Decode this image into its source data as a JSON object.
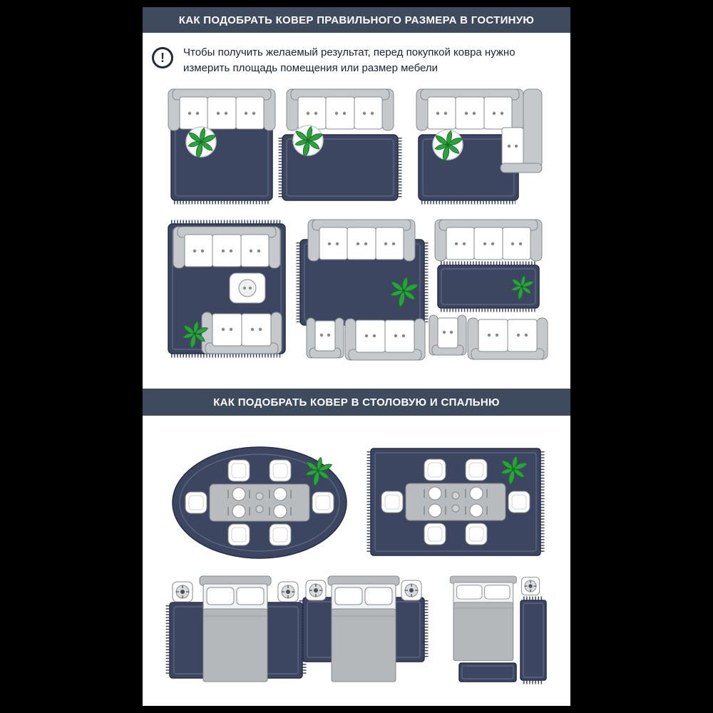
{
  "page": {
    "outer_bg": "#000000",
    "content_bg": "#ffffff",
    "accent": "#3e4a5e"
  },
  "palette": {
    "rug": "#3d4661",
    "rug_border": "#252e47",
    "furniture_gray": "#c6c9cb",
    "furniture_outline": "#85898d",
    "plant_green": "#2da23c",
    "text_dark": "#1a2230"
  },
  "section_living": {
    "title": "КАК ПОДОБРАТЬ КОВЕР ПРАВИЛЬНОГО РАЗМЕРА В ГОСТИНУЮ",
    "note": {
      "icon": "exclamation-circle-icon",
      "icon_glyph": "!",
      "text": "Чтобы получить желаемый результат, перед покупкой ковра нужно измерить площадь помещения или размер мебели"
    },
    "layouts": [
      {
        "id": "rug-under-sofa-front-legs"
      },
      {
        "id": "rug-in-front-of-sofa"
      },
      {
        "id": "rug-with-corner-sofa"
      },
      {
        "id": "all-furniture-on-large-rug"
      },
      {
        "id": "front-legs-on-rug"
      },
      {
        "id": "small-rug-between-sofas"
      }
    ]
  },
  "section_dining": {
    "title": "КАК ПОДОБРАТЬ КОВЕР В СТОЛОВУЮ И СПАЛЬНЮ",
    "layouts": [
      {
        "id": "oval-rug-under-dining-set"
      },
      {
        "id": "rectangular-rug-under-dining-set"
      }
    ]
  },
  "section_bedroom": {
    "layouts": [
      {
        "id": "wide-rug-under-bed"
      },
      {
        "id": "rug-under-two-thirds-of-bed"
      },
      {
        "id": "bedside-runner-and-foot-mat"
      }
    ]
  }
}
